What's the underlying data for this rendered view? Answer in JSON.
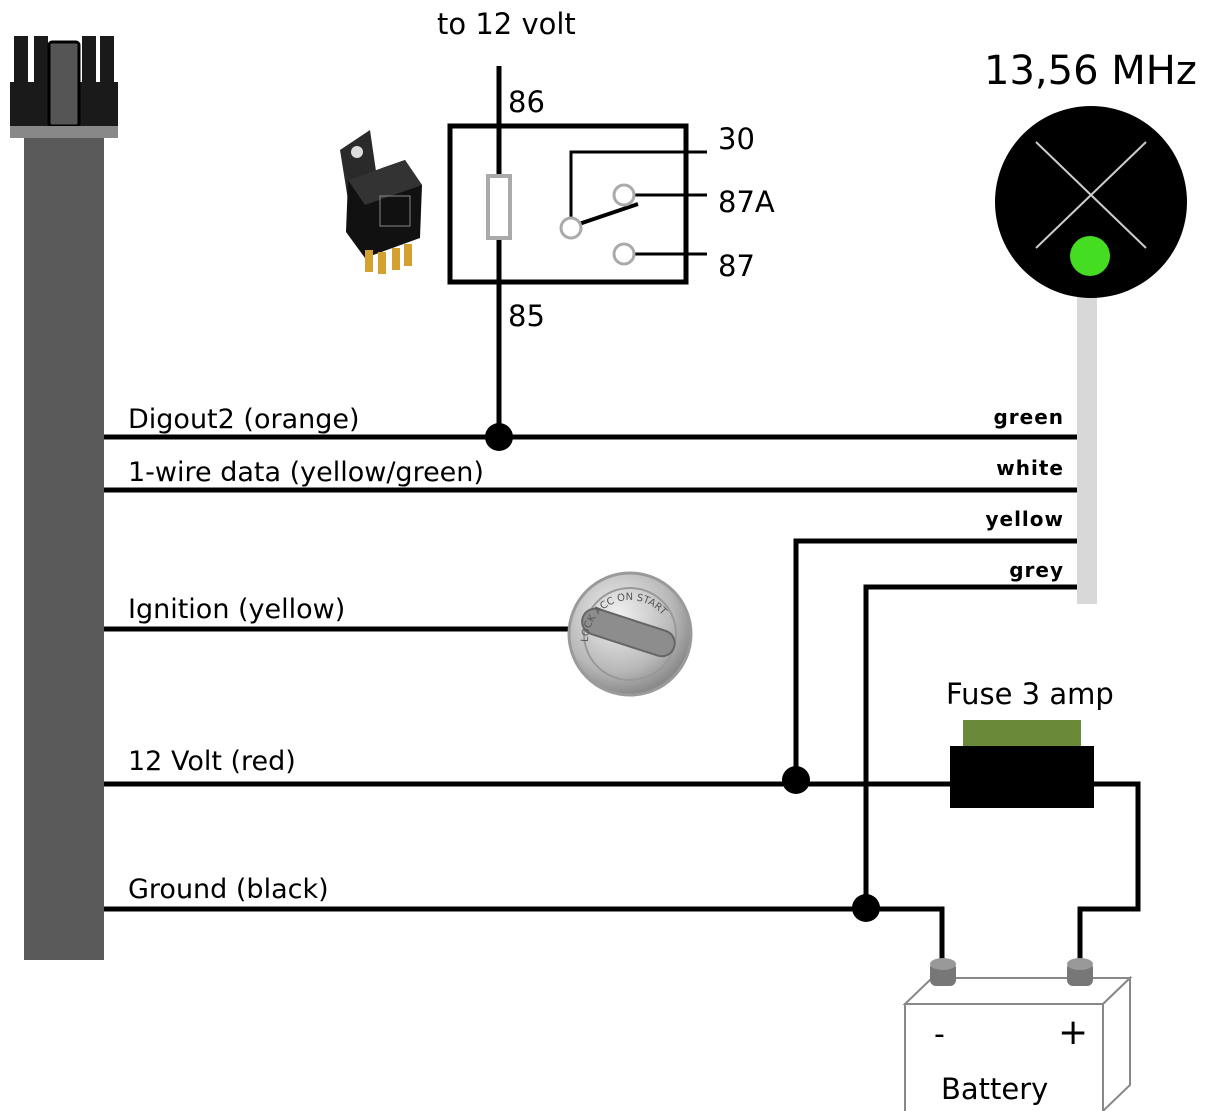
{
  "relay": {
    "supply_label": "to 12 volt",
    "pins": {
      "p86": "86",
      "p85": "85",
      "p30": "30",
      "p87a": "87A",
      "p87": "87"
    }
  },
  "reader": {
    "frequency": "13,56 MHz",
    "cable_colors": [
      "green",
      "white",
      "yellow",
      "grey"
    ]
  },
  "harness": {
    "wires": [
      "Digout2 (orange)",
      "1-wire data (yellow/green)",
      "Ignition (yellow)",
      "12 Volt (red)",
      "Ground (black)"
    ]
  },
  "ignition": {
    "ring_text": "LOCK ACC ON START"
  },
  "fuse": {
    "label": "Fuse 3 amp"
  },
  "battery": {
    "label": "Battery",
    "minus": "-",
    "plus": "+"
  },
  "colors": {
    "harness": "#5a5a5a",
    "reader_cable": "#d8d8d8",
    "led": "#44dd22",
    "fuse_cap": "#6a8a3a",
    "wire": "#000000"
  }
}
